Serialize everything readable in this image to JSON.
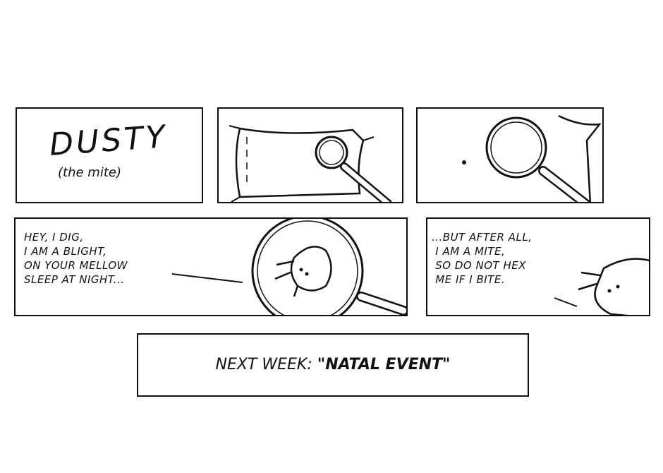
{
  "comic": {
    "title": "DUSTY",
    "subtitle": "(the mite)",
    "panel4_text": "HEY, I DIG,\nI AM A BLIGHT,\nON YOUR MELLOW\nSLEEP AT NIGHT...",
    "panel5_text": "...BUT AFTER ALL,\n I AM A MITE,\n SO DO NOT HEX\n ME IF I BITE.",
    "next_week_label": "NEXT WEEK:",
    "next_week_title": "\"NATAL EVENT\""
  }
}
